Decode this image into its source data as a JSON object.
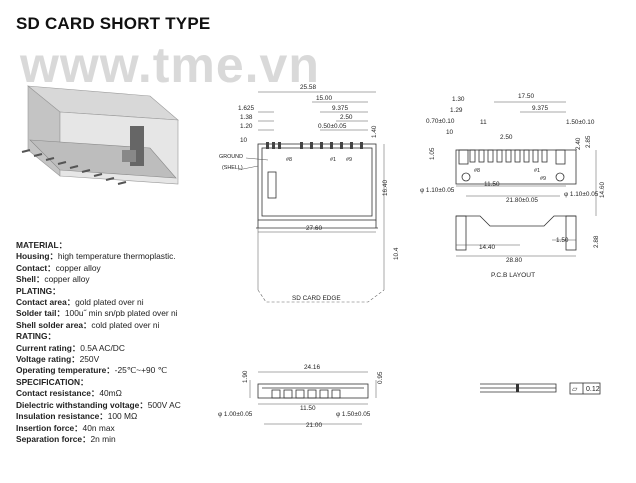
{
  "title": "SD CARD  SHORT TYPE",
  "watermark": "www.tme.vn",
  "specs": [
    {
      "label": "MATERIAL：",
      "value": "",
      "head": true
    },
    {
      "label": "Housing：",
      "value": "high temperature thermoplastic."
    },
    {
      "label": "Contact：",
      "value": "copper alloy"
    },
    {
      "label": "Shell：",
      "value": "copper  alloy"
    },
    {
      "label": "PLATING：",
      "value": "",
      "head": true
    },
    {
      "label": "Contact area：",
      "value": "gold plated over ni"
    },
    {
      "label": "Solder tail：",
      "value": "100u˝ min sn/pb plated over ni"
    },
    {
      "label": "Shell solder area：",
      "value": "cold plated over ni"
    },
    {
      "label": "RATING：",
      "value": "",
      "head": true
    },
    {
      "label": "Current rating：",
      "value": "0.5A  AC/DC"
    },
    {
      "label": "Voltage rating：",
      "value": "250V"
    },
    {
      "label": "Operating temperature：",
      "value": "-25℃~+90 ℃"
    },
    {
      "label": "SPECIFICATION：",
      "value": "",
      "head": true
    },
    {
      "label": "Contact resistance：",
      "value": "40mΩ"
    },
    {
      "label": "Dielectric withstanding voltage：",
      "value": "500V AC"
    },
    {
      "label": "Insulation resistance：",
      "value": "100 MΩ"
    },
    {
      "label": "Insertion force：",
      "value": "40n max"
    },
    {
      "label": "Separation force：",
      "value": "2n min"
    }
  ],
  "top_view": {
    "dims": [
      "25.58",
      "15.00",
      "9.375",
      "2.50",
      "0.50±0.05",
      "1.625",
      "1.38",
      "1.20",
      "1.40",
      "10",
      "16.40",
      "27.60",
      "10.4"
    ],
    "labels": [
      "GROUND",
      "(SHELL)",
      "#8",
      "#1",
      "#9"
    ],
    "edge_label": "SD CARD EDGE"
  },
  "pcb_view": {
    "dims": [
      "1.30",
      "17.50",
      "1.29",
      "9.375",
      "0.70±0.10",
      "10",
      "11",
      "2.50",
      "1.50±0.10",
      "1.05",
      "2.40",
      "2.85",
      "φ 1.10±0.05",
      "11.50",
      "21.80±0.05",
      "φ 1.10±0.05",
      "14.60",
      "14.40",
      "1.50",
      "2.88",
      "28.80"
    ],
    "labels": [
      "#8",
      "#1",
      "#9"
    ],
    "caption": "P.C.B LAYOUT"
  },
  "side_view": {
    "dims": [
      "24.16",
      "1.90",
      "0.95",
      "φ 1.00±0.05",
      "11.50",
      "φ 1.50±0.05",
      "21.00"
    ]
  },
  "profile": {
    "tolerance_symbol": "▱",
    "tolerance_value": "0.12"
  }
}
